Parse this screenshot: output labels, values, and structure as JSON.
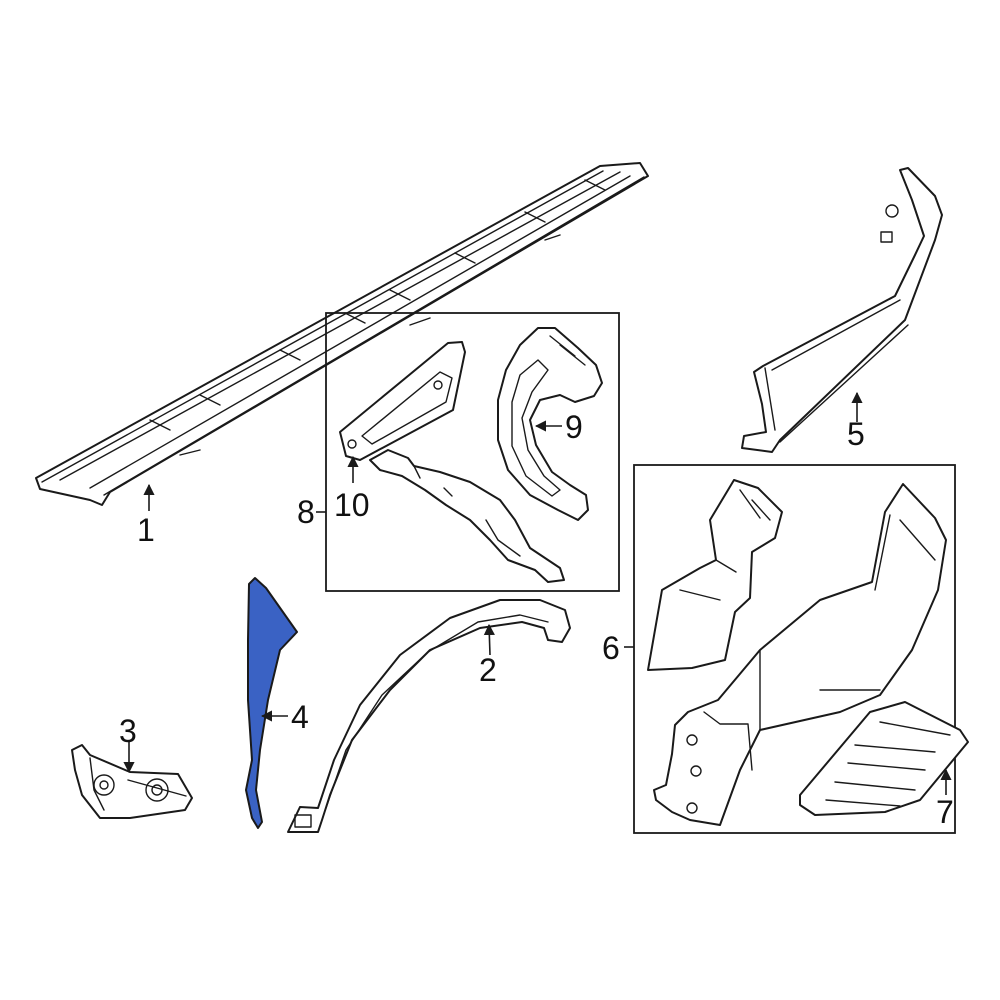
{
  "colors": {
    "highlight": "#3a62c4",
    "line": "#1a1a1a",
    "background": "#ffffff"
  },
  "callouts": [
    {
      "id": "1",
      "label": "1"
    },
    {
      "id": "2",
      "label": "2"
    },
    {
      "id": "3",
      "label": "3"
    },
    {
      "id": "4",
      "label": "4"
    },
    {
      "id": "5",
      "label": "5"
    },
    {
      "id": "6",
      "label": "6"
    },
    {
      "id": "7",
      "label": "7"
    },
    {
      "id": "8",
      "label": "8"
    },
    {
      "id": "9",
      "label": "9"
    },
    {
      "id": "10",
      "label": "10"
    }
  ],
  "highlighted_part": "4"
}
